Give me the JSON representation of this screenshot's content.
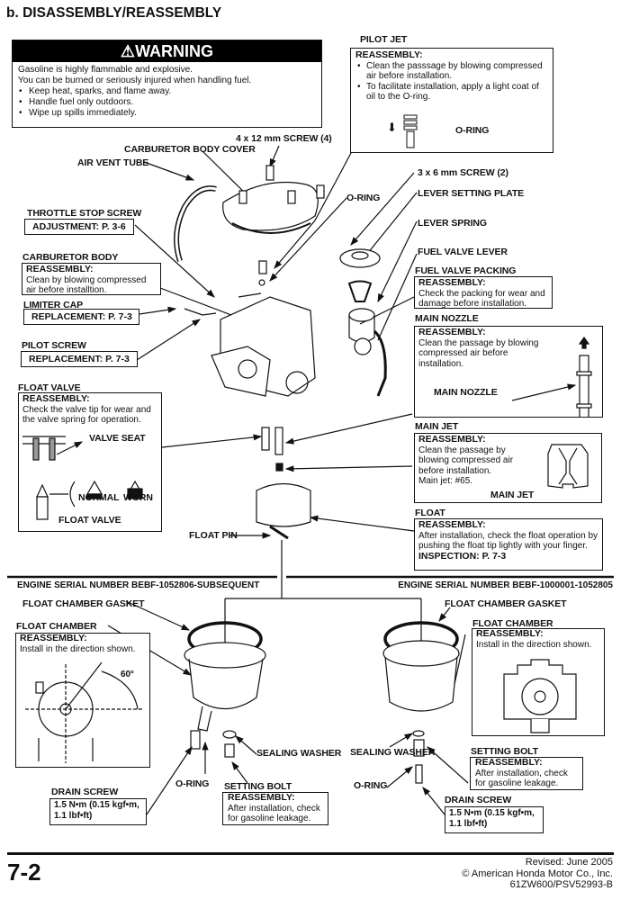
{
  "page": {
    "section_title": "b. DISASSEMBLY/REASSEMBLY",
    "page_number": "7-2",
    "footer": {
      "revised": "Revised: June 2005",
      "copyright": "© American Honda Motor Co., Inc.",
      "doc_code": "61ZW600/PSV52993-B"
    }
  },
  "warning": {
    "icon": "warning-triangle-icon",
    "heading": "WARNING",
    "line1": "Gasoline is highly flammable and explosive.",
    "line2": "You can be burned or seriously injured when handling fuel.",
    "bullets": [
      "Keep heat, sparks, and flame away.",
      "Handle fuel only outdoors.",
      "Wipe up spills immediately."
    ]
  },
  "pilot_jet": {
    "label": "PILOT JET",
    "heading": "REASSEMBLY:",
    "bullets": [
      "Clean the passsage by blowing compressed air before installation.",
      "To facilitate installation, apply a light coat of oil to the O-ring."
    ],
    "inner_label": "O-RING"
  },
  "labels": {
    "screw_4x12": "4 x 12 mm SCREW (4)",
    "carb_body_cover": "CARBURETOR BODY COVER",
    "air_vent_tube": "AIR VENT TUBE",
    "o_ring_top": "O-RING",
    "screw_3x6": "3 x 6 mm SCREW (2)",
    "lever_setting_plate": "LEVER SETTING PLATE",
    "lever_spring": "LEVER SPRING",
    "fuel_valve_lever": "FUEL VALVE LEVER",
    "float_pin": "FLOAT PIN"
  },
  "throttle_stop_screw": {
    "label": "THROTTLE STOP SCREW",
    "ref": "ADJUSTMENT: P. 3-6"
  },
  "carburetor_body": {
    "label": "CARBURETOR BODY",
    "heading": "REASSEMBLY:",
    "text": "Clean by blowing compressed air before installtion."
  },
  "limiter_cap": {
    "label": "LIMITER CAP",
    "ref": "REPLACEMENT: P. 7-3"
  },
  "pilot_screw": {
    "label": "PILOT SCREW",
    "ref": "REPLACEMENT: P. 7-3"
  },
  "fuel_valve_packing": {
    "label": "FUEL VALVE PACKING",
    "heading": "REASSEMBLY:",
    "text": "Check the packing for wear and damage before installation."
  },
  "main_nozzle": {
    "label": "MAIN NOZZLE",
    "heading": "REASSEMBLY:",
    "text": "Clean the passage by blowing compressed air before installation.",
    "inner_label": "MAIN NOZZLE"
  },
  "float_valve": {
    "label": "FLOAT VALVE",
    "heading": "REASSEMBLY:",
    "text": "Check the valve tip for wear and the valve spring for operation.",
    "valve_seat": "VALVE SEAT",
    "normal": "NORMAL",
    "worn": "WORN",
    "float_valve": "FLOAT VALVE"
  },
  "main_jet": {
    "label": "MAIN JET",
    "heading": "REASSEMBLY:",
    "text": "Clean the passage by blowing compressed air before installation.",
    "size": "Main jet: #65.",
    "inner_label": "MAIN JET"
  },
  "float": {
    "label": "FLOAT",
    "heading": "REASSEMBLY:",
    "text": "After installation, check the float operation by pushing the float tip lightly with your finger.",
    "ref": "INSPECTION: P. 7-3"
  },
  "left_variant": {
    "serial": "ENGINE SERIAL NUMBER BEBF-1052806-SUBSEQUENT",
    "gasket": "FLOAT CHAMBER GASKET",
    "chamber": "FLOAT CHAMBER",
    "chamber_heading": "REASSEMBLY:",
    "chamber_text": "Install in the direction shown.",
    "angle": "60°",
    "sealing_washer": "SEALING WASHER",
    "o_ring": "O-RING",
    "setting_bolt": "SETTING BOLT",
    "setting_heading": "REASSEMBLY:",
    "setting_text": "After installation, check for gasoline leakage.",
    "drain_screw": "DRAIN SCREW",
    "torque": "1.5 N•m (0.15 kgf•m, 1.1 lbf•ft)"
  },
  "right_variant": {
    "serial": "ENGINE SERIAL NUMBER BEBF-1000001-1052805",
    "gasket": "FLOAT CHAMBER GASKET",
    "chamber": "FLOAT CHAMBER",
    "chamber_heading": "REASSEMBLY:",
    "chamber_text": "Install in the direction shown.",
    "sealing_washer": "SEALING WASHER",
    "o_ring": "O-RING",
    "setting_bolt": "SETTING BOLT",
    "setting_heading": "REASSEMBLY:",
    "setting_text": "After installation, check for gasoline leakage.",
    "drain_screw": "DRAIN SCREW",
    "torque": "1.5 N•m (0.15 kgf•m, 1.1 lbf•ft)"
  }
}
